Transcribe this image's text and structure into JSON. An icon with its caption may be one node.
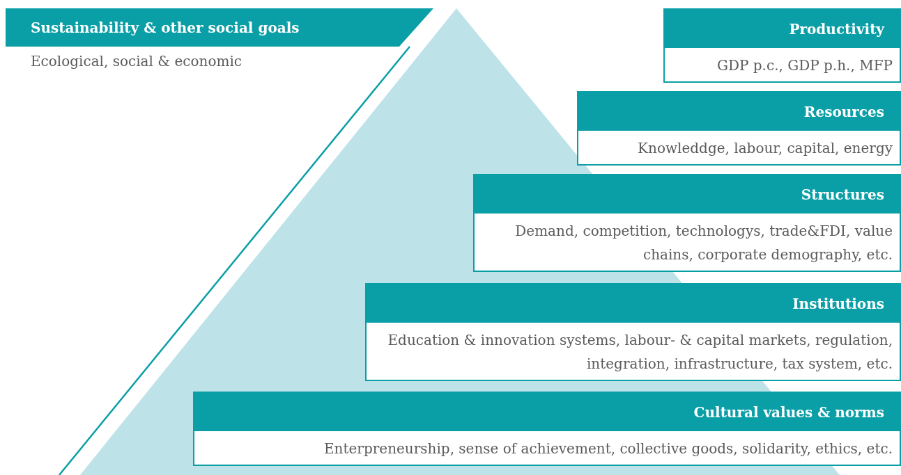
{
  "diagram": {
    "nodes": [
      {
        "text": [
          "Sustainability & other social goals",
          "Ecological, social & economic"
        ]
      },
      {
        "text": [
          "Productivity",
          "GDP p.c., GDP p.h., MFP"
        ]
      },
      {
        "text": [
          "Resources",
          "Knowleddge, labour, capital, energy"
        ]
      },
      {
        "text": [
          "Structures",
          "Demand, competition, technologys, trade&FDI, value chains, corporate demography, etc."
        ]
      },
      {
        "text": [
          "Institutions",
          "Education & innovation systems, labour- & capital markets, regulation, integration, infrastructure, tax system, etc."
        ]
      },
      {
        "text": [
          "Cultural values & norms",
          "Enterpreneurship, sense of achievement, collective goods, solidarity, ethics, etc."
        ]
      }
    ]
  }
}
